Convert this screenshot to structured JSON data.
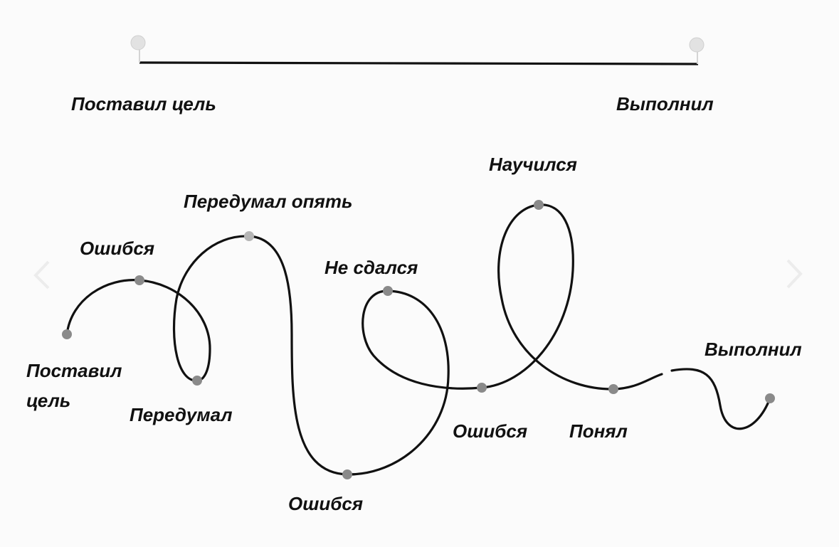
{
  "ideal": {
    "start_label": "Поставил цель",
    "end_label": "Выполнил"
  },
  "reality": {
    "labels": {
      "start_line1": "Поставил",
      "start_line2": "цель",
      "mistake1": "Ошибся",
      "changed_mind": "Передумал",
      "changed_mind_again": "Передумал опять",
      "mistake2": "Ошибся",
      "did_not_give_up": "Не сдался",
      "mistake3": "Ошибся",
      "learned": "Научился",
      "understood": "Понял",
      "done": "Выполнил"
    }
  },
  "colors": {
    "line": "#111111",
    "dot": "#8a8a8a",
    "pin": "#e2e2e2"
  },
  "icons": {
    "prev": "chevron-left-icon",
    "next": "chevron-right-icon"
  }
}
